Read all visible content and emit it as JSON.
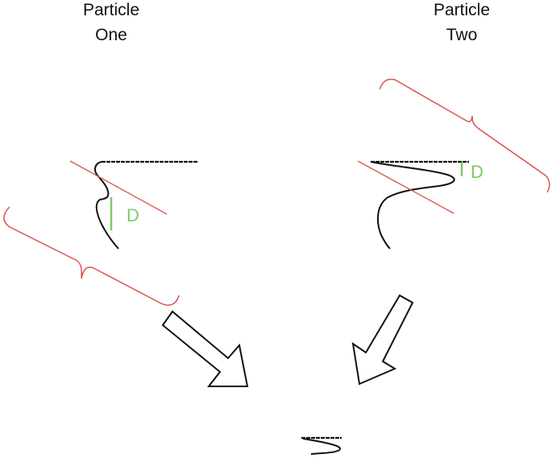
{
  "particles": [
    {
      "title_line1": "Particle",
      "title_line2": "One",
      "gap_label": "D"
    },
    {
      "title_line1": "Particle",
      "title_line2": "Two",
      "gap_label": "D"
    }
  ],
  "colors": {
    "curve": "#111111",
    "tangent_line": "#d9534f",
    "brace": "#d9534f",
    "gap_marker": "#7dc86a",
    "arrow_stroke": "#111111",
    "arrow_fill": "#ffffff"
  }
}
